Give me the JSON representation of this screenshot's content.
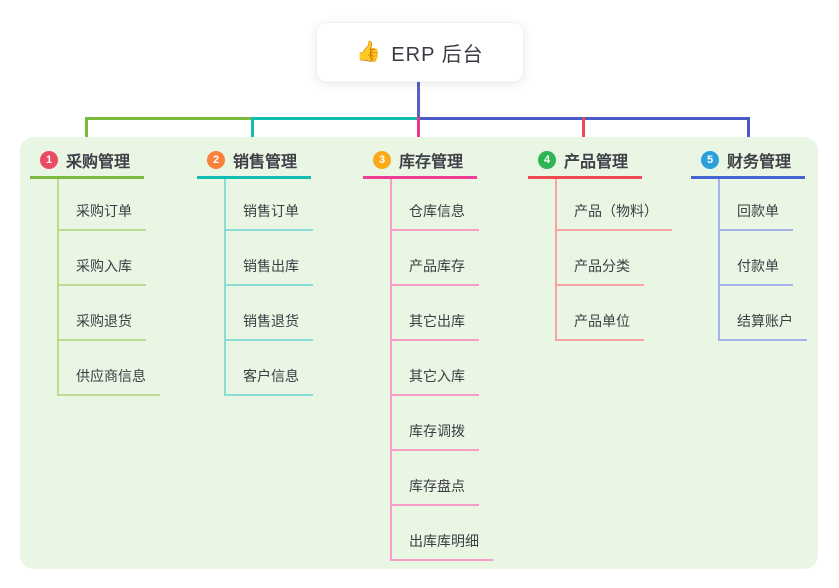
{
  "root": {
    "icon": "👍",
    "label": "ERP 后台"
  },
  "colors": {
    "panel_bg": "#eaf6e4",
    "root_line": "#5661c8",
    "connector_green": "#7cb93f",
    "connector_teal": "#14bdb1",
    "connector_magenta": "#e9368f",
    "connector_red": "#ef4a51",
    "connector_blue": "#4a5ac8"
  },
  "branches": [
    {
      "index": "1",
      "label": "采购管理",
      "color": "#7cb93f",
      "light_color": "#b9db92",
      "badge_color": "#ea4b62",
      "children": [
        "采购订单",
        "采购入库",
        "采购退货",
        "供应商信息"
      ]
    },
    {
      "index": "2",
      "label": "销售管理",
      "color": "#14bdb1",
      "light_color": "#8adcd4",
      "badge_color": "#f8823c",
      "children": [
        "销售订单",
        "销售出库",
        "销售退货",
        "客户信息"
      ]
    },
    {
      "index": "3",
      "label": "库存管理",
      "color": "#ee3f97",
      "light_color": "#f79ec8",
      "badge_color": "#fbab18",
      "children": [
        "仓库信息",
        "产品库存",
        "其它出库",
        "其它入库",
        "库存调拨",
        "库存盘点",
        "出库库明细"
      ]
    },
    {
      "index": "4",
      "label": "产品管理",
      "color": "#ef4a51",
      "light_color": "#f9a3a5",
      "badge_color": "#2eb454",
      "children": [
        "产品（物料）",
        "产品分类",
        "产品单位"
      ]
    },
    {
      "index": "5",
      "label": "财务管理",
      "color": "#4565d2",
      "light_color": "#a3b4e9",
      "badge_color": "#2ba0da",
      "children": [
        "回款单",
        "付款单",
        "结算账户"
      ]
    }
  ]
}
